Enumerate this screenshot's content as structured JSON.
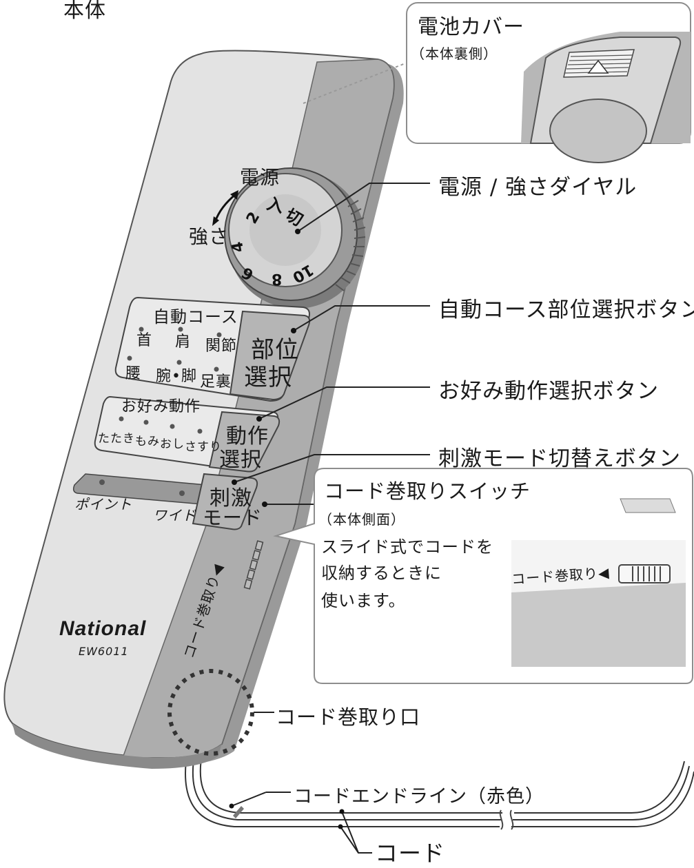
{
  "header": {
    "title": "本体"
  },
  "device": {
    "brand": "National",
    "model": "EW6011",
    "dial": {
      "power_label": "電源",
      "strength_label": "強さ",
      "markings": [
        "入",
        "切",
        "2",
        "4",
        "6",
        "8",
        "10"
      ]
    },
    "panel_auto_course": {
      "title": "自動コース",
      "parts": [
        "首",
        "肩",
        "関節",
        "腰",
        "腕•脚",
        "足裏"
      ],
      "button_line1": "部位",
      "button_line2": "選択"
    },
    "panel_favorite": {
      "title": "お好み動作",
      "motions": [
        "たたき",
        "もみ",
        "おし",
        "さすり"
      ],
      "button_line1": "動作",
      "button_line2": "選択"
    },
    "panel_stimulus": {
      "left_label": "ポイント",
      "right_label": "ワイド",
      "button_line1": "刺激",
      "button_line2": "モード"
    },
    "side_label": "コード巻取り◀"
  },
  "callouts": {
    "battery_cover": {
      "label": "電池カバー",
      "note": "（本体裏側）"
    },
    "power_dial": "電源 / 強さダイヤル",
    "auto_course_button": "自動コース部位選択ボタン",
    "favorite_button": "お好み動作選択ボタン",
    "stimulus_button": "刺激モード切替えボタン",
    "cord_switch": {
      "title": "コード巻取りスイッチ",
      "note": "（本体側面）",
      "line1": "スライド式でコードを",
      "line2": "収納するときに",
      "line3": "使います。",
      "inset_label": "コード巻取り◀"
    },
    "cord_outlet": "コード巻取り口",
    "cord_end_line": "コードエンドライン（赤色）",
    "cord": "コード"
  }
}
